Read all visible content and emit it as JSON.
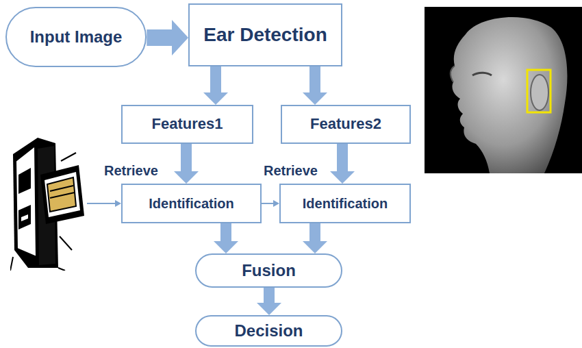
{
  "diagram": {
    "nodes": [
      {
        "text": [
          "Input Image"
        ]
      },
      {
        "text": [
          "Ear Detection"
        ]
      },
      {
        "text": [
          "Features1"
        ]
      },
      {
        "text": [
          "Features2"
        ]
      },
      {
        "text": [
          "Identification"
        ]
      },
      {
        "text": [
          "Identification"
        ]
      },
      {
        "text": [
          "Fusion"
        ]
      },
      {
        "text": [
          "Decision"
        ]
      }
    ],
    "edges": [
      {
        "from": 0,
        "to": 1,
        "arrow": "to"
      },
      {
        "from": 1,
        "to": 2,
        "arrow": "to"
      },
      {
        "from": 1,
        "to": 3,
        "arrow": "to"
      },
      {
        "from": 2,
        "to": 4,
        "label": "Retrieve",
        "arrow": "to"
      },
      {
        "from": 3,
        "to": 5,
        "label": "Retrieve",
        "arrow": "to"
      },
      {
        "from": 4,
        "to": 5,
        "arrow": "to"
      },
      {
        "from": 4,
        "to": 6,
        "arrow": "to"
      },
      {
        "from": 5,
        "to": 6,
        "arrow": "to"
      },
      {
        "from": 6,
        "to": 7,
        "arrow": "to"
      }
    ]
  }
}
